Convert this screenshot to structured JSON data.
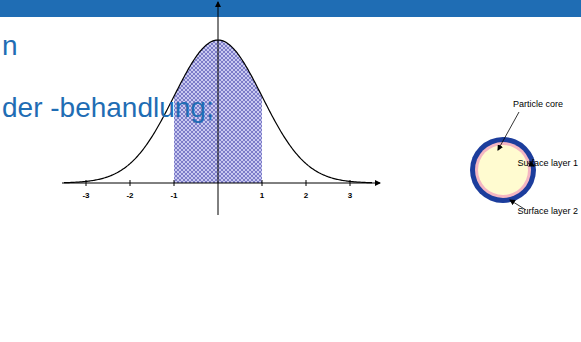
{
  "diagram": {
    "labels": [
      "n",
      "der -behandlung;",
      "-3",
      "-2",
      "-1",
      "1",
      "2",
      "3",
      "Particle core",
      "Surface layer 1",
      "Surface layer 2"
    ]
  }
}
